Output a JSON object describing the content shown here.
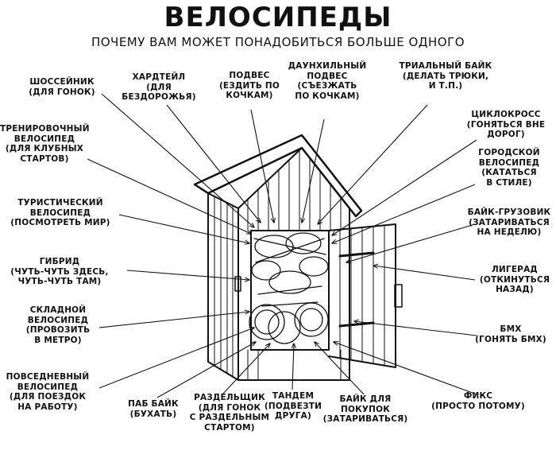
{
  "header": {
    "title": "ВЕЛОСИПЕДЫ",
    "subtitle": "ПОЧЕМУ ВАМ МОЖЕТ ПОНАДОБИТЬСЯ БОЛЬШЕ ОДНОГО"
  },
  "labels": {
    "road": "ШОССЕЙНИК\n(ДЛЯ ГОНОК)",
    "hardtail": "ХАРДТЕЙЛ\n(ДЛЯ\nБЕЗДОРОЖЬЯ)",
    "full_sus": "ПОДВЕС\n(ЕЗДИТЬ ПО\nКОЧКАМ)",
    "downhill": "ДАУНХИЛЬНЫЙ\nПОДВЕС\n(СЪЕЗЖАТЬ\nПО КОЧКАМ)",
    "trial": "ТРИАЛЬНЫЙ БАЙК\n(ДЕЛАТЬ ТРЮКИ,\nИ Т.П.)",
    "club": "ТРЕНИРОВОЧНЫЙ\nВЕЛОСИПЕД\n(ДЛЯ КЛУБНЫХ\nСТАРТОВ)",
    "cyclocross": "ЦИКЛОКРОСС\n(ГОНЯТЬСЯ ВНЕ\nДОРОГ)",
    "city": "ГОРОДСКОЙ\nВЕЛОСИПЕД\n(КАТАТЬСЯ\nВ СТИЛЕ)",
    "touring": "ТУРИСТИЧЕСКИЙ\nВЕЛОСИПЕД\n(ПОСМОТРЕТЬ МИР)",
    "cargo": "БАЙК-ГРУЗОВИК\n(ЗАТАРИВАТЬСЯ\nНА НЕДЕЛЮ)",
    "hybrid": "ГИБРИД\n(ЧУТЬ-ЧУТЬ ЗДЕСЬ,\nЧУТЬ-ЧУТЬ ТАМ)",
    "recumbent": "ЛИГЕРАД\n(ОТКИНУТЬСЯ\nНАЗАД)",
    "folding": "СКЛАДНОЙ\nВЕЛОСИПЕД\n(ПРОВОЗИТЬ\nВ МЕТРО)",
    "bmx": "БМХ\n(ГОНЯТЬ БМХ)",
    "commuter": "ПОВСЕДНЕВНЫЙ\nВЕЛОСИПЕД\n(ДЛЯ ПОЕЗДОК\nНА РАБОТУ)",
    "pub": "ПАБ БАЙК\n(БУХАТЬ)",
    "tt": "РАЗДЕЛЬЩИК\n(ДЛЯ ГОНОК\nС РАЗДЕЛЬНЫМ\nСТАРТОМ)",
    "tandem": "ТАНДЕМ\n(ПОДВЕЗТИ\nДРУГА)",
    "shopping": "БАЙК ДЛЯ\nПОКУПОК\n(ЗАТАРИВАТЬСЯ)",
    "fixie": "ФИКС\n(ПРОСТО ПОТОМУ)"
  }
}
